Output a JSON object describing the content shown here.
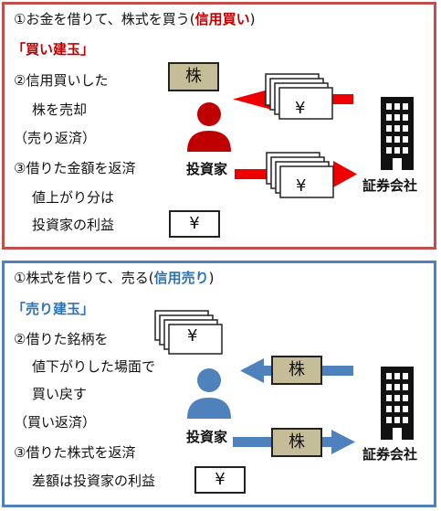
{
  "buy": {
    "line1_pre": "①お金を借りて、株式を買う(",
    "line1_em": "信用買い",
    "line1_post": ")",
    "tag": "「買い建玉」",
    "step2a": "②信用買いした",
    "step2b": "株を売却",
    "step2c": "（売り返済）",
    "step3a": "③借りた金額を返済",
    "step3b": "値上がり分は",
    "step3c": "投資家の利益",
    "stock_label": "株",
    "yen": "¥",
    "investor": "投資家",
    "broker": "証券会社"
  },
  "sell": {
    "line1_pre": "①株式を借りて、売る(",
    "line1_em": "信用売り",
    "line1_post": ")",
    "tag": "「売り建玉」",
    "step2a": "②借りた銘柄を",
    "step2b": "値下がりした場面で",
    "step2c": "買い戻す",
    "step2d": "（買い返済）",
    "step3a": "③借りた株式を返済",
    "step3b": "差額は投資家の利益",
    "stock_label": "株",
    "yen": "¥",
    "investor": "投資家",
    "broker": "証券会社"
  },
  "colors": {
    "buy_border": "#c0504d",
    "sell_border": "#4f81bd",
    "buy_accent": "#c00000",
    "sell_accent": "#2e74b5",
    "red_arrow": "#ee0000",
    "blue_arrow": "#4f81bd",
    "stock_fill": "#c4bd97"
  },
  "icons": [
    "person-icon",
    "building-icon",
    "banknote-icon",
    "arrow-icon"
  ]
}
